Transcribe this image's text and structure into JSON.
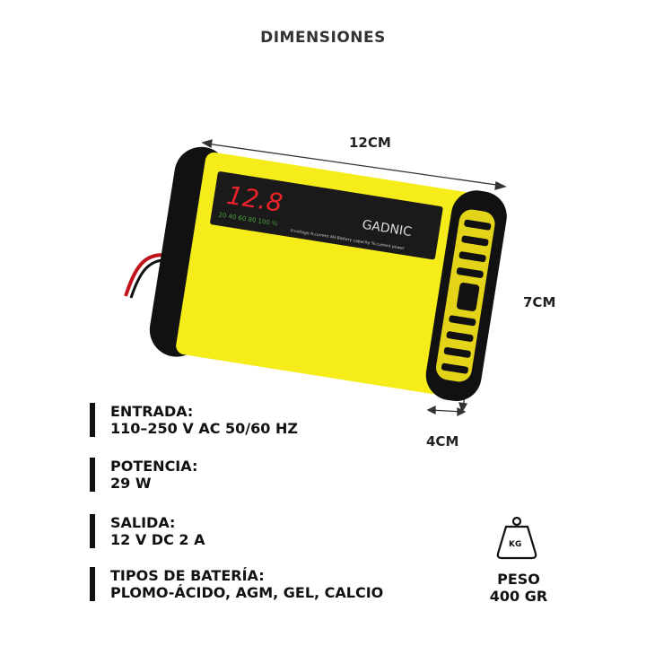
{
  "title": "DIMENSIONES",
  "dimensions": {
    "length": "12CM",
    "height": "7CM",
    "depth": "4CM"
  },
  "device": {
    "brand": "GADNIC",
    "display_value": "12.8",
    "percent_scale": "20 40 60 80 100 %",
    "legend": "V:voltage  A:current  AH:Battery capacity  %:current power"
  },
  "specs": [
    {
      "label": "ENTRADA:",
      "value": "110–250 V AC 50/60 HZ"
    },
    {
      "label": "POTENCIA:",
      "value": "29 W"
    },
    {
      "label": "SALIDA:",
      "value": "12 V DC 2 A"
    },
    {
      "label": "TIPOS DE BATERÍA:",
      "value": "PLOMO-ÁCIDO, AGM, GEL, CALCIO"
    }
  ],
  "weight": {
    "icon_text": "KG",
    "label": "PESO",
    "value": "400 GR"
  },
  "colors": {
    "body": "#f5ec1a",
    "caps": "#111111",
    "display": "#1a1a1a",
    "digits": "#e8232a"
  }
}
